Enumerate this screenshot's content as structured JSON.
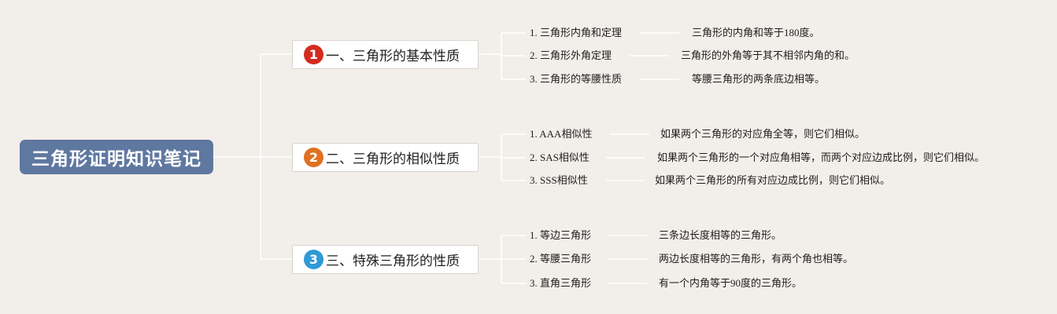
{
  "root": {
    "title": "三角形证明知识笔记",
    "color": "#5f78a0"
  },
  "branches": [
    {
      "number": "1",
      "color": "#d42b1e",
      "title": "一、三角形的基本性质",
      "items": [
        {
          "label": "1. 三角形内角和定理",
          "desc": "三角形的内角和等于180度。"
        },
        {
          "label": "2. 三角形外角定理",
          "desc": "三角形的外角等于其不相邻内角的和。"
        },
        {
          "label": "3. 三角形的等腰性质",
          "desc": "等腰三角形的两条底边相等。"
        }
      ]
    },
    {
      "number": "2",
      "color": "#e07020",
      "title": "二、三角形的相似性质",
      "items": [
        {
          "label": "1. AAA相似性",
          "desc": "如果两个三角形的对应角全等，则它们相似。"
        },
        {
          "label": "2. SAS相似性",
          "desc": "如果两个三角形的一个对应角相等，而两个对应边成比例，则它们相似。"
        },
        {
          "label": "3. SSS相似性",
          "desc": "如果两个三角形的所有对应边成比例，则它们相似。"
        }
      ]
    },
    {
      "number": "3",
      "color": "#2e9ad6",
      "title": "三、特殊三角形的性质",
      "items": [
        {
          "label": "1. 等边三角形",
          "desc": "三条边长度相等的三角形。"
        },
        {
          "label": "2. 等腰三角形",
          "desc": "两边长度相等的三角形，有两个角也相等。"
        },
        {
          "label": "3. 直角三角形",
          "desc": "有一个内角等于90度的三角形。"
        }
      ]
    }
  ]
}
